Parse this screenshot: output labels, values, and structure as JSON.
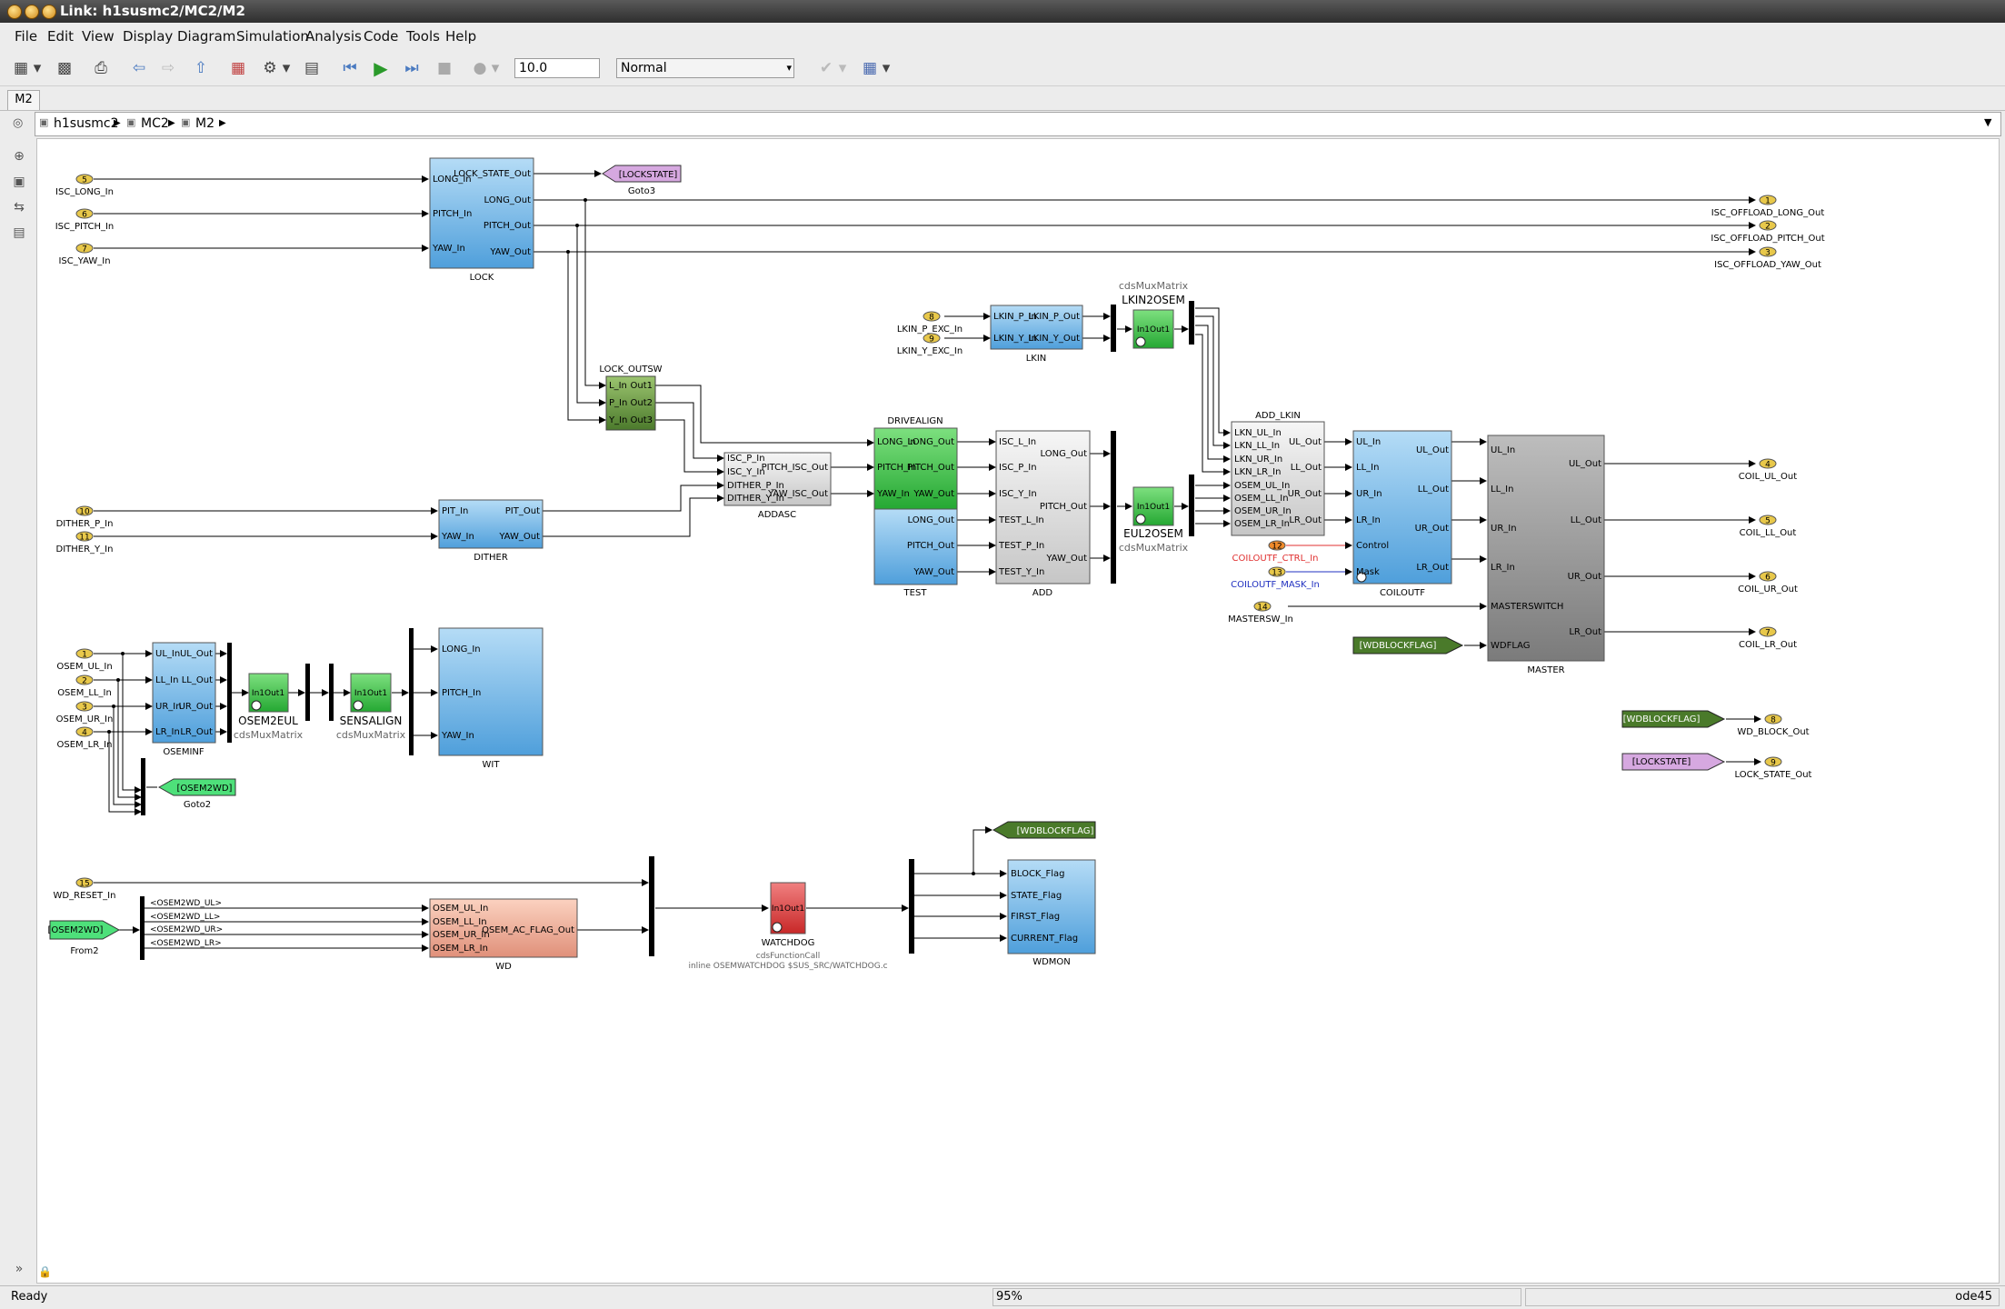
{
  "window": {
    "title": "Link: h1susmc2/MC2/M2"
  },
  "menu": [
    "File",
    "Edit",
    "View",
    "Display",
    "Diagram",
    "Simulation",
    "Analysis",
    "Code",
    "Tools",
    "Help"
  ],
  "toolbar": {
    "stop_time": "10.0",
    "sim_mode": "Normal"
  },
  "tab": {
    "label": "M2"
  },
  "breadcrumb": [
    "h1susmc2",
    "MC2",
    "M2"
  ],
  "status": {
    "left": "Ready",
    "zoom": "95%",
    "solver": "ode45"
  },
  "diagram": {
    "inports": [
      {
        "num": "5",
        "label": "ISC_LONG_In"
      },
      {
        "num": "6",
        "label": "ISC_PITCH_In"
      },
      {
        "num": "7",
        "label": "ISC_YAW_In"
      },
      {
        "num": "8",
        "label": "LKIN_P_EXC_In"
      },
      {
        "num": "9",
        "label": "LKIN_Y_EXC_In"
      },
      {
        "num": "10",
        "label": "DITHER_P_In"
      },
      {
        "num": "11",
        "label": "DITHER_Y_In"
      },
      {
        "num": "1",
        "label": "OSEM_UL_In"
      },
      {
        "num": "2",
        "label": "OSEM_LL_In"
      },
      {
        "num": "3",
        "label": "OSEM_UR_In"
      },
      {
        "num": "4",
        "label": "OSEM_LR_In"
      },
      {
        "num": "12",
        "label": "COILOUTF_CTRL_In"
      },
      {
        "num": "13",
        "label": "COILOUTF_MASK_In"
      },
      {
        "num": "14",
        "label": "MASTERSW_In"
      },
      {
        "num": "15",
        "label": "WD_RESET_In"
      }
    ],
    "outports": [
      {
        "num": "1",
        "label": "ISC_OFFLOAD_LONG_Out"
      },
      {
        "num": "2",
        "label": "ISC_OFFLOAD_PITCH_Out"
      },
      {
        "num": "3",
        "label": "ISC_OFFLOAD_YAW_Out"
      },
      {
        "num": "4",
        "label": "COIL_UL_Out"
      },
      {
        "num": "5",
        "label": "COIL_LL_Out"
      },
      {
        "num": "6",
        "label": "COIL_UR_Out"
      },
      {
        "num": "7",
        "label": "COIL_LR_Out"
      },
      {
        "num": "8",
        "label": "WD_BLOCK_Out"
      },
      {
        "num": "9",
        "label": "LOCK_STATE_Out"
      }
    ],
    "blocks": {
      "lock": {
        "name": "LOCK",
        "in": [
          "LONG_In",
          "PITCH_In",
          "YAW_In"
        ],
        "out": [
          "LOCK_STATE_Out",
          "LONG_Out",
          "PITCH_Out",
          "YAW_Out"
        ]
      },
      "lock_outsw": {
        "name": "LOCK_OUTSW",
        "in": [
          "L_In",
          "P_In",
          "Y_In"
        ],
        "out": [
          "Out1",
          "Out2",
          "Out3"
        ]
      },
      "dither": {
        "name": "DITHER",
        "in": [
          "PIT_In",
          "YAW_In"
        ],
        "out": [
          "PIT_Out",
          "YAW_Out"
        ]
      },
      "addasc": {
        "name": "ADDASC",
        "in": [
          "ISC_P_In",
          "ISC_Y_In",
          "DITHER_P_In",
          "DITHER_Y_In"
        ],
        "out": [
          "PITCH_ISC_Out",
          "YAW_ISC_Out"
        ]
      },
      "drivealign": {
        "name": "DRIVEALIGN",
        "in": [
          "LONG_In",
          "PITCH_In",
          "YAW_In"
        ],
        "out": [
          "LONG_Out",
          "PITCH_Out",
          "YAW_Out"
        ]
      },
      "test": {
        "name": "TEST",
        "out": [
          "LONG_Out",
          "PITCH_Out",
          "YAW_Out"
        ]
      },
      "add": {
        "name": "ADD",
        "in": [
          "ISC_L_In",
          "ISC_P_In",
          "ISC_Y_In",
          "TEST_L_In",
          "TEST_P_In",
          "TEST_Y_In"
        ],
        "out": [
          "LONG_Out",
          "PITCH_Out",
          "YAW_Out"
        ]
      },
      "lkin": {
        "name": "LKIN",
        "in": [
          "LKIN_P_In",
          "LKIN_Y_In"
        ],
        "out": [
          "LKIN_P_Out",
          "LKIN_Y_Out"
        ]
      },
      "lkin2osem": {
        "name": "LKIN2OSEM",
        "lib": "cdsMuxMatrix",
        "port": "In1Out1"
      },
      "eul2osem": {
        "name": "EUL2OSEM",
        "lib": "cdsMuxMatrix",
        "port": "In1Out1"
      },
      "add_lkin": {
        "name": "ADD_LKIN",
        "in": [
          "LKN_UL_In",
          "LKN_LL_In",
          "LKN_UR_In",
          "LKN_LR_In",
          "OSEM_UL_In",
          "OSEM_LL_In",
          "OSEM_UR_In",
          "OSEM_LR_In"
        ],
        "out": [
          "UL_Out",
          "LL_Out",
          "UR_Out",
          "LR_Out"
        ]
      },
      "coiloutf": {
        "name": "COILOUTF",
        "in": [
          "UL_In",
          "LL_In",
          "UR_In",
          "LR_In",
          "Control",
          "Mask"
        ],
        "out": [
          "UL_Out",
          "LL_Out",
          "UR_Out",
          "LR_Out"
        ]
      },
      "master": {
        "name": "MASTER",
        "in": [
          "UL_In",
          "LL_In",
          "UR_In",
          "LR_In",
          "MASTERSWITCH",
          "WDFLAG"
        ],
        "out": [
          "UL_Out",
          "LL_Out",
          "UR_Out",
          "LR_Out"
        ]
      },
      "oseminf": {
        "name": "OSEMINF",
        "in": [
          "UL_In",
          "LL_In",
          "UR_In",
          "LR_In"
        ],
        "out": [
          "UL_Out",
          "LL_Out",
          "UR_Out",
          "LR_Out"
        ]
      },
      "osem2eul": {
        "name": "OSEM2EUL",
        "lib": "cdsMuxMatrix",
        "port": "In1Out1"
      },
      "sensalign": {
        "name": "SENSALIGN",
        "lib": "cdsMuxMatrix",
        "port": "In1Out1"
      },
      "wit": {
        "name": "WIT",
        "in": [
          "LONG_In",
          "PITCH_In",
          "YAW_In"
        ]
      },
      "wd": {
        "name": "WD",
        "in": [
          "OSEM_UL_In",
          "OSEM_LL_In",
          "OSEM_UR_In",
          "OSEM_LR_In"
        ],
        "out": [
          "OSEM_AC_FLAG_Out"
        ]
      },
      "watchdog": {
        "name": "WATCHDOG",
        "lib": "cdsFunctionCall",
        "sub": "inline OSEMWATCHDOG $SUS_SRC/WATCHDOG.c",
        "port": "In1Out1"
      },
      "wdmon": {
        "name": "WDMON",
        "in": [
          "BLOCK_Flag",
          "STATE_Flag",
          "FIRST_Flag",
          "CURRENT_Flag"
        ]
      }
    },
    "tags": {
      "goto3": {
        "tag": "[LOCKSTATE]",
        "name": "Goto3"
      },
      "goto2": {
        "tag": "[OSEM2WD]",
        "name": "Goto2"
      },
      "from2": {
        "tag": "[OSEM2WD]",
        "name": "From2"
      },
      "wdblk_goto": {
        "tag": "[WDBLOCKFLAG]"
      },
      "wdblk_from1": {
        "tag": "[WDBLOCKFLAG]"
      },
      "wdblk_from2": {
        "tag": "[WDBLOCKFLAG]"
      },
      "lockstate_from": {
        "tag": "[LOCKSTATE]"
      }
    },
    "bus_signals": [
      "<OSEM2WD_UL>",
      "<OSEM2WD_LL>",
      "<OSEM2WD_UR>",
      "<OSEM2WD_LR>"
    ],
    "colors": {
      "inport": "#e8c84a",
      "block_blue": "#6fb3e6",
      "block_green": "#3cc04a",
      "block_gray": "#bdbdbd",
      "watchdog_red": "#d83a3a",
      "wd_salmon": "#e89a80",
      "tag_green": "#4a7a2a",
      "tag_purple": "#d6a8e0"
    }
  }
}
